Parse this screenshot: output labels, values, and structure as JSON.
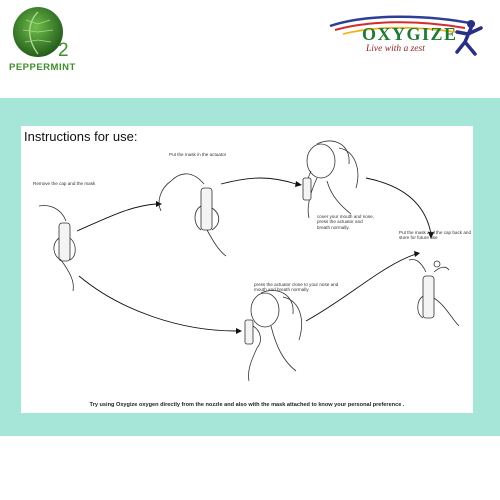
{
  "logo_left": {
    "badge_text": "2",
    "word": "PEPPERMINT"
  },
  "logo_right": {
    "name": "OXYGIZE",
    "tagline": "Live with a zest"
  },
  "card": {
    "title": "Instructions for use:",
    "steps": [
      "Remove the cap and the mask",
      "Put the mask in the actuator",
      "cover your mouth and nose, press the actuator and breath normally.",
      "press the actuator close to your nose and mouth and breath normally",
      "Put the mask and the cap back and store for future use"
    ],
    "note": "Try using Oxygize oxygen directly from the nozzle and also with the mask attached to know your personal preference ."
  },
  "colors": {
    "band": "#a6e6d8",
    "mint_green": "#3f8f2c",
    "brand_green": "#1f7a33",
    "brand_red": "#8c1c1c"
  }
}
